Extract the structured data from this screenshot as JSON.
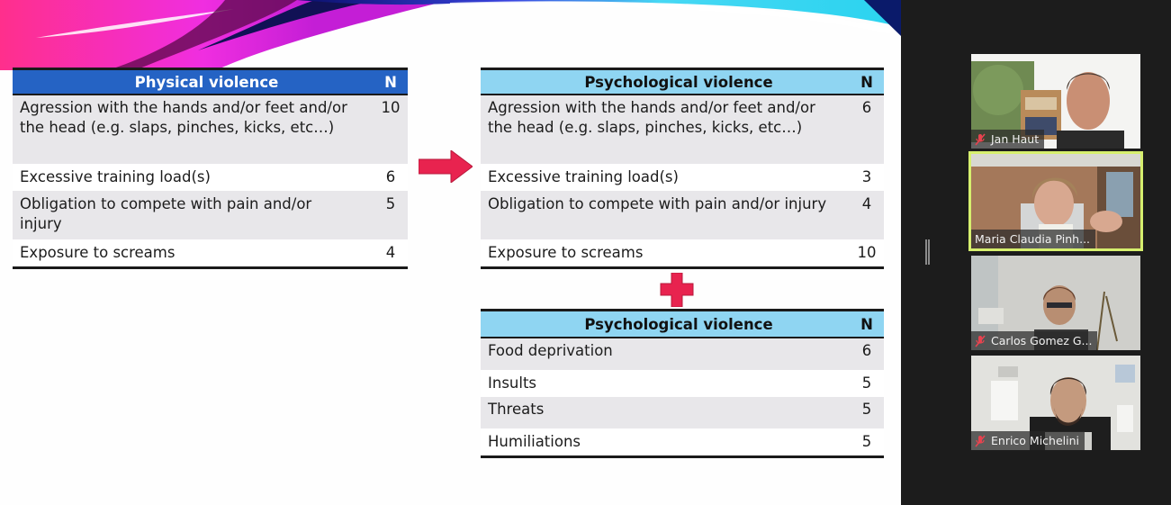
{
  "slide": {
    "table_physical": {
      "header": "Physical violence",
      "n_header": "N",
      "header_color": "#2563c4",
      "rows": [
        {
          "label": "Agression with the hands and/or feet and/or the head (e.g. slaps, pinches, kicks, etc…)",
          "n": "10"
        },
        {
          "label": "Excessive training load(s)",
          "n": "6"
        },
        {
          "label": "Obligation to compete with pain and/or injury",
          "n": "5"
        },
        {
          "label": "Exposure to screams",
          "n": "4"
        }
      ]
    },
    "table_psychological_1": {
      "header": "Psychological violence",
      "n_header": "N",
      "header_color": "#8fd5f2",
      "rows": [
        {
          "label": "Agression with the hands and/or feet and/or the head (e.g. slaps, pinches, kicks, etc…)",
          "n": "6"
        },
        {
          "label": "Excessive training load(s)",
          "n": "3"
        },
        {
          "label": "Obligation to compete with pain and/or injury",
          "n": "4"
        },
        {
          "label": "Exposure to screams",
          "n": "10"
        }
      ]
    },
    "table_psychological_2": {
      "header": "Psychological violence",
      "n_header": "N",
      "header_color": "#8fd5f2",
      "rows": [
        {
          "label": "Food deprivation",
          "n": "6"
        },
        {
          "label": "Insults",
          "n": "5"
        },
        {
          "label": "Threats",
          "n": "5"
        },
        {
          "label": "Humiliations",
          "n": "5"
        }
      ]
    },
    "accent_color": "#e8234f",
    "icons": {
      "arrow": "arrow-right-icon",
      "plus": "plus-icon"
    }
  },
  "participants": [
    {
      "name": "Jan Haut",
      "muted": true,
      "active_speaker": false
    },
    {
      "name": "Maria Claudia Pinh...",
      "muted": false,
      "active_speaker": true
    },
    {
      "name": "Carlos Gomez G...",
      "muted": true,
      "active_speaker": false
    },
    {
      "name": "Enrico Michelini",
      "muted": true,
      "active_speaker": false
    }
  ],
  "colors": {
    "active_speaker_border": "#d6ef6e",
    "muted_icon": "#e8434f",
    "panel_bg": "#1c1c1c"
  }
}
